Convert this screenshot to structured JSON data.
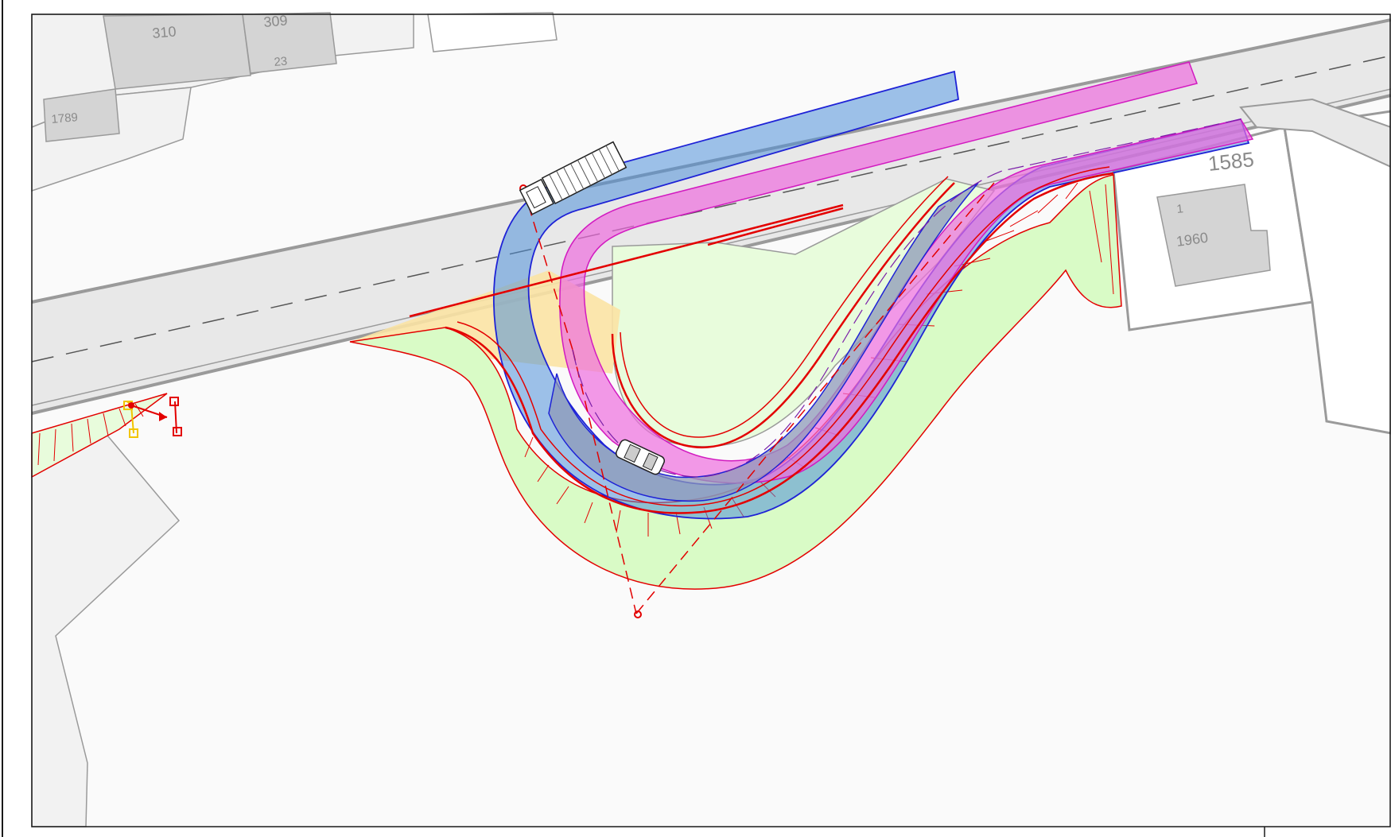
{
  "parcels": {
    "lot_310": "310",
    "lot_309": "309",
    "lot_309_house_no": "23",
    "lot_1789": "1789",
    "lot_1585": "1585",
    "lot_1585_house_no": "1",
    "building_1960": "1960"
  },
  "colors": {
    "paper": "#ffffff",
    "frame": "#1a1a1a",
    "cadastre_fill": "#f2f2f2",
    "building_fill": "#d4d4d4",
    "parcel_line": "#9a9a9a",
    "road_fill": "#e8e8e8",
    "road_edge": "#9a9a9a",
    "green_area": "#d9fbc6",
    "light_green": "#e8fcdc",
    "yellow_area": "#fbe3a4",
    "design_red": "#e30000",
    "truck_path_blue": "#4f8fd8",
    "truck_path_outline": "#1e22d6",
    "car_path_magenta": "#ee6ede",
    "combined_path": "#8d99b8",
    "axis_yellow": "#f2c500"
  },
  "legend_icons": [
    "turning-curve-icon",
    "axis-marker-icon",
    "truck-icon",
    "car-icon"
  ]
}
